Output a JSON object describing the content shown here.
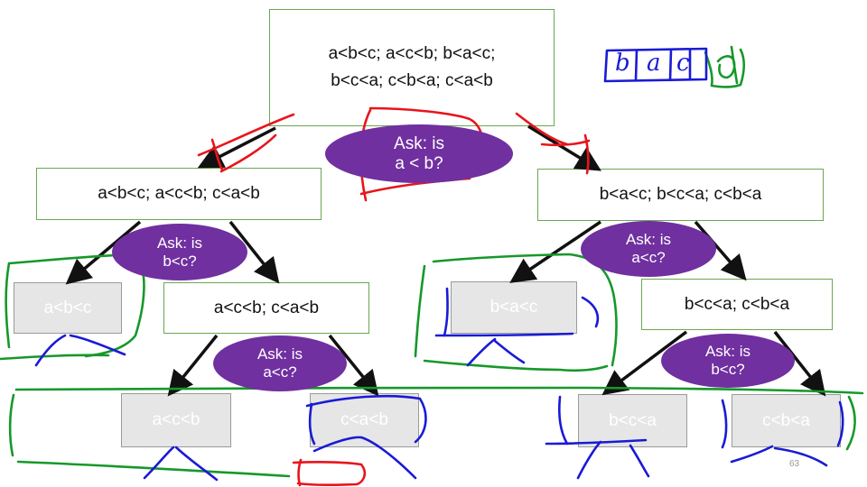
{
  "root": {
    "lines": [
      "a<b<c; a<c<b; b<a<c;",
      "b<c<a; c<b<a; c<a<b"
    ]
  },
  "questions": {
    "q1": [
      "Ask: is",
      "a < b?"
    ],
    "q2": [
      "Ask: is",
      "b<c?"
    ],
    "q3": [
      "Ask: is",
      "a<c?"
    ],
    "q4": [
      "Ask: is",
      "a<c?"
    ],
    "q5": [
      "Ask: is",
      "b<c?"
    ]
  },
  "nodes": {
    "left": "a<b<c; a<c<b; c<a<b",
    "right": "b<a<c; b<c<a; c<b<a",
    "left_right": "a<c<b; c<a<b",
    "right_right": "b<c<a; c<b<a"
  },
  "leaves": {
    "l1": "a<b<c",
    "l2": "a<c<b",
    "l3": "c<a<b",
    "l4": "b<a<c",
    "l5": "b<c<a",
    "l6": "c<b<a"
  },
  "annotation": {
    "letters": [
      "b",
      "a",
      "c",
      "d"
    ]
  },
  "page_number": "63",
  "colors": {
    "node_border": "#6aa84f",
    "leaf_fill": "#e6e6e6",
    "question_fill": "#7030a0",
    "ink_red": "#e8141c",
    "ink_green": "#16982a",
    "ink_blue": "#1a1ad6"
  }
}
